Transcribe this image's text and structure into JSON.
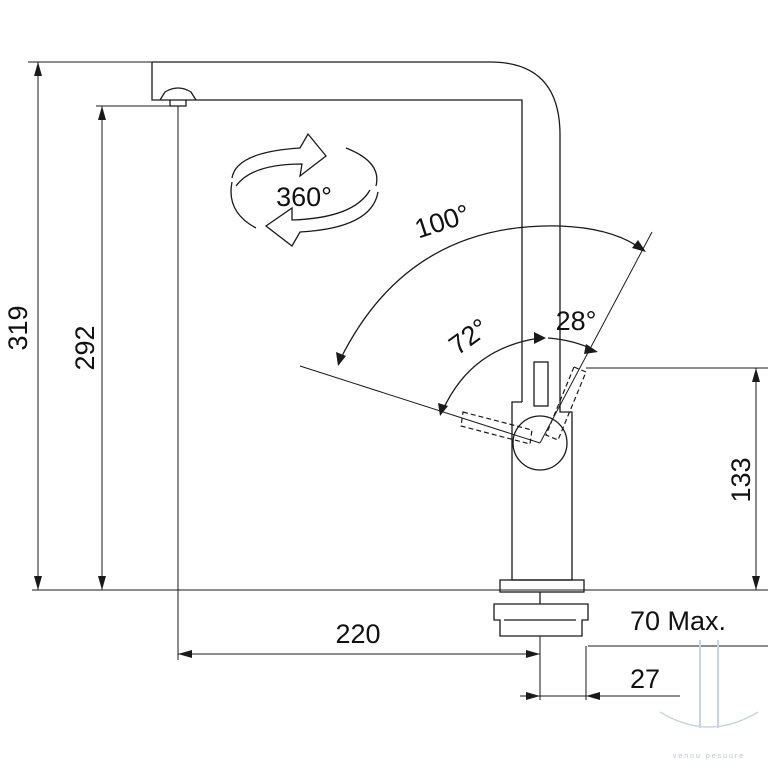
{
  "dimensions": {
    "overall_height": "319",
    "spout_height": "292",
    "lever_height": "133",
    "reach": "220",
    "max_deck_thickness": "70 Max.",
    "hole_diameter": "27"
  },
  "angles": {
    "spout_swivel": "360°",
    "lever_range": "100°",
    "lever_forward": "72°",
    "lever_back": "28°"
  },
  "watermark": {
    "text": "vennu pesuure",
    "color": "#b8c4d0"
  },
  "colors": {
    "line": "#1a1a1a",
    "background": "#ffffff"
  }
}
